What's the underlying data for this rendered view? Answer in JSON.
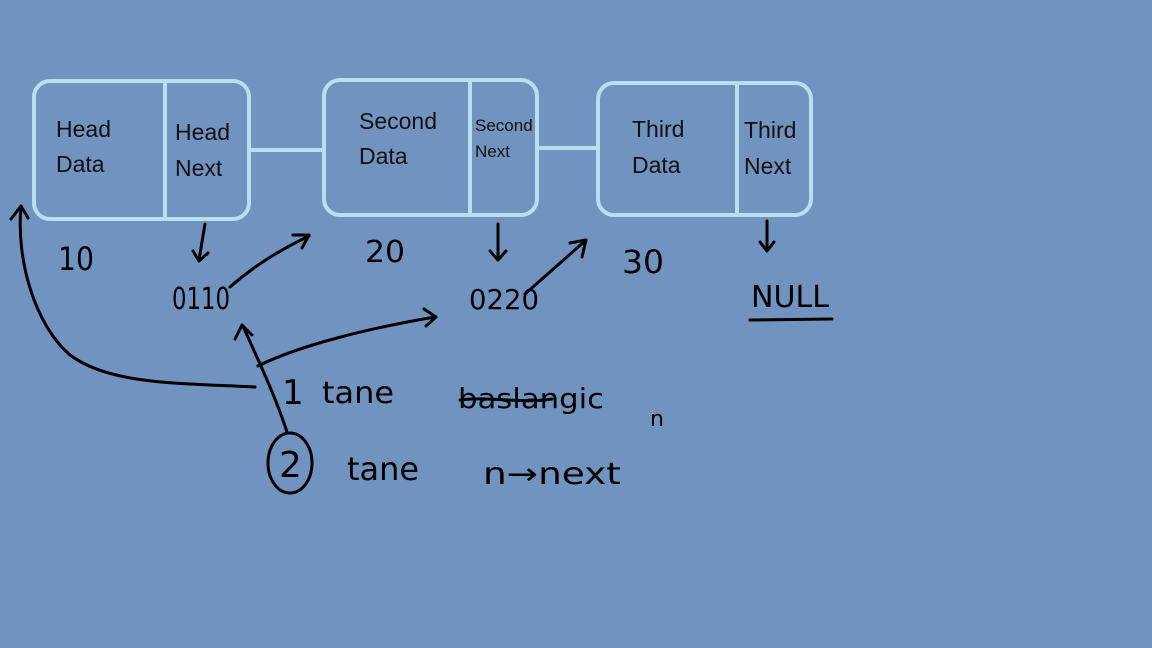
{
  "nodes": [
    {
      "data_label": [
        "Head",
        "Data"
      ],
      "next_label": [
        "Head",
        "Next"
      ],
      "value": "10",
      "address": "0110"
    },
    {
      "data_label": [
        "Second",
        "Data"
      ],
      "next_label": [
        "Second",
        "Next"
      ],
      "value": "20",
      "address": "0220"
    },
    {
      "data_label": [
        "Third",
        "Data"
      ],
      "next_label": [
        "Third",
        "Next"
      ],
      "value": "30",
      "address": "NULL"
    }
  ],
  "notes": {
    "line1_num": "1",
    "line1_word": "tane",
    "line1_scribble": "baslangic",
    "line1_var": "n",
    "line2_num": "2",
    "line2_word": "tane",
    "line2_expr": "n→next"
  },
  "colors": {
    "background": "#7093bf",
    "node_border": "#b7e0ee",
    "ink": "#000000"
  }
}
